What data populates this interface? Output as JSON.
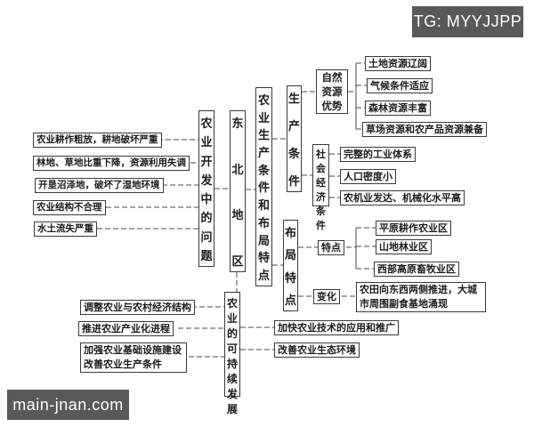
{
  "watermarks": {
    "top_right": "TG: MYYJJPP",
    "bottom_left": "main-jnan.com"
  },
  "diagram": {
    "root_label": "东北地区",
    "problems": {
      "title": "农业开发中的问题",
      "items": [
        "农业耕作粗放，耕地破坏严重",
        "林地、草地比重下降，资源利用失调",
        "开垦沼泽地，破坏了湿地环境",
        "农业结构不合理",
        "水土流失严重"
      ]
    },
    "conditions": {
      "title": "农业生产条件和布局特点",
      "production": {
        "title": "生产条件",
        "natural": {
          "title": "自然资源优势",
          "items": [
            "土地资源辽阔",
            "气候条件适应",
            "森林资源丰富",
            "草场资源和农产品资源兼备"
          ]
        },
        "socioeconomic": {
          "title": "社会经济条件",
          "items": [
            "完整的工业体系",
            "人口密度小",
            "农机业发达、机械化水平高"
          ]
        }
      },
      "layout": {
        "title": "布局特点",
        "features": {
          "title": "特点",
          "items": [
            "平原耕作农业区",
            "山地林业区",
            "西部高原畜牧业区"
          ]
        },
        "changes": {
          "title": "变化",
          "item": "农田向东西两侧推进，大城市周围副食基地涌现"
        }
      }
    },
    "sustainable": {
      "title": "农业的可持续发展",
      "left_items": [
        "调整农业与农村经济结构",
        "推进农业产业化进程",
        "加强农业基础设施建设改善农业生产条件"
      ],
      "right_items": [
        "加快农业技术的应用和推广",
        "改善农业生态环境"
      ]
    }
  },
  "colors": {
    "background": "#ffffff",
    "box_border": "#3a3a3a",
    "text": "#1b1b1b",
    "line": "#4a4a4a",
    "watermark_bg": "#595959",
    "watermark_text": "#ffffff"
  }
}
